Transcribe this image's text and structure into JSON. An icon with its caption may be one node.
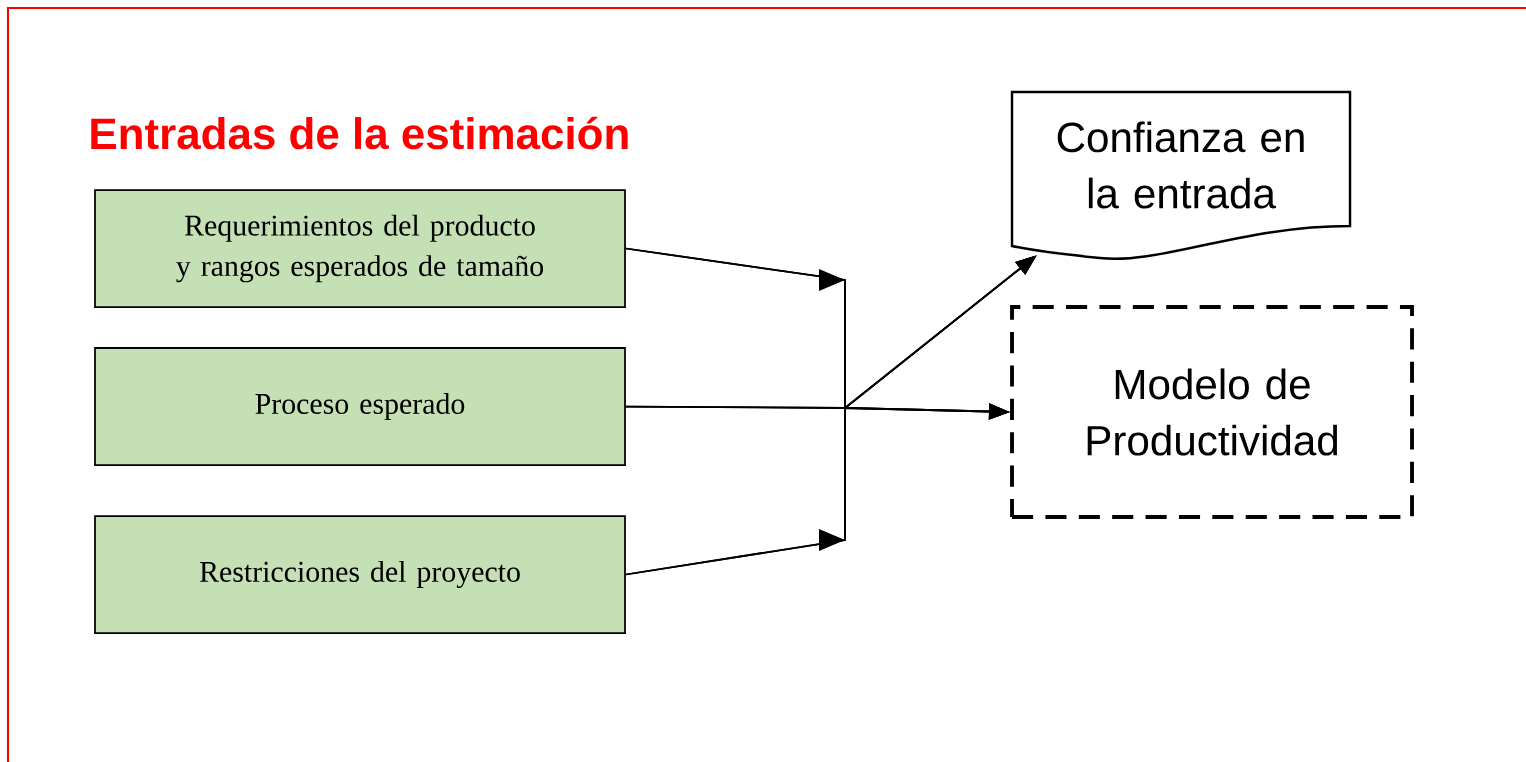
{
  "diagram": {
    "title": "Entradas de la estimación",
    "nodes": [
      {
        "text": [
          "Requerimientos del producto y rangos esperados de tamaño"
        ]
      },
      {
        "text": [
          "Proceso esperado"
        ]
      },
      {
        "text": [
          "Restricciones del proyecto"
        ]
      },
      {
        "text": [
          "Confianza en la entrada"
        ]
      },
      {
        "text": [
          "Modelo de Productividad"
        ]
      }
    ],
    "edges": [
      {
        "from": 0,
        "to": 3,
        "arrow": "to"
      },
      {
        "from": 0,
        "to": 4,
        "arrow": "to"
      },
      {
        "from": 1,
        "to": 3,
        "arrow": "to"
      },
      {
        "from": 1,
        "to": 4,
        "arrow": "to"
      },
      {
        "from": 2,
        "to": 3,
        "arrow": "to"
      },
      {
        "from": 2,
        "to": 4,
        "arrow": "to"
      }
    ]
  }
}
